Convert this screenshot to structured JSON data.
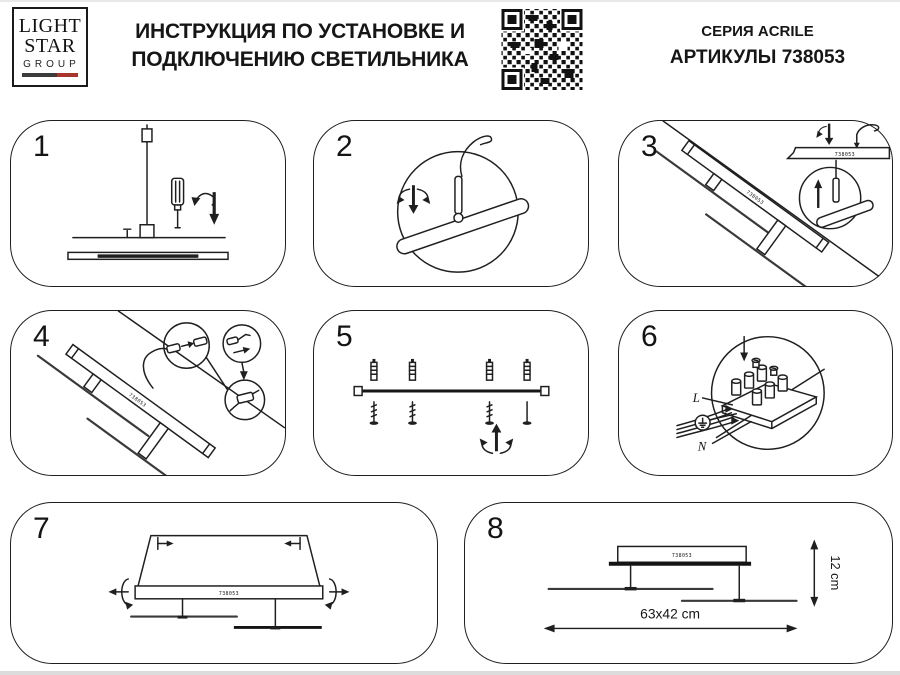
{
  "logo": {
    "line1": "LIGHT",
    "line2": "STAR",
    "line3": "GROUP"
  },
  "header": {
    "title_line1": "ИНСТРУКЦИЯ ПО УСТАНОВКЕ И",
    "title_line2": "ПОДКЛЮЧЕНИЮ СВЕТИЛЬНИКА",
    "series": "СЕРИЯ ACRILE",
    "articles": "АРТИКУЛЫ 738053"
  },
  "steps": [
    "1",
    "2",
    "3",
    "4",
    "5",
    "6",
    "7",
    "8"
  ],
  "marking": "738053",
  "wiring": {
    "line": "L",
    "neutral": "N"
  },
  "dimensions": {
    "width": "63x42 cm",
    "height": "12 cm"
  },
  "icons": {
    "qr": "qr-code",
    "ground": "earth-ground-icon",
    "screwdriver": "screwdriver-icon",
    "twist_down": "twist-down-arrow-icon",
    "twist_up": "twist-up-arrow-icon",
    "rotate": "rotate-arrow-icon"
  },
  "colors": {
    "line": "#1f1f1f",
    "accent_red": "#a8342e",
    "background": "#ffffff"
  }
}
